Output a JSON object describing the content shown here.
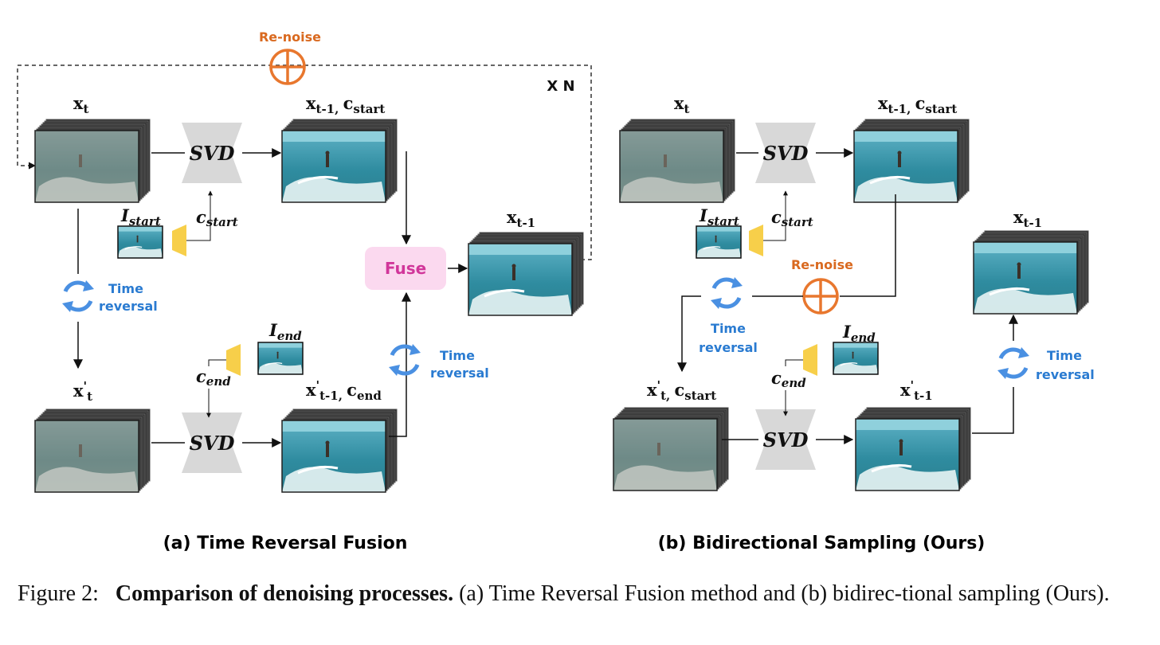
{
  "panel_a": {
    "title": "(a) Time Reversal Fusion",
    "re_noise": "Re-noise",
    "repeat": "X N",
    "svd_top": "SVD",
    "svd_bottom": "SVD",
    "fuse": "Fuse",
    "time_reversal_1": [
      "Time",
      "reversal"
    ],
    "time_reversal_2": [
      "Time",
      "reversal"
    ],
    "labels": {
      "x_t": [
        "x",
        "t"
      ],
      "x_t1_start": [
        "x",
        "t-1, ",
        "c",
        "start"
      ],
      "x_t1": [
        "x",
        "t-1"
      ],
      "xp_t": [
        "x",
        "'",
        "t"
      ],
      "xp_t1_end": [
        "x",
        "'",
        "t-1, ",
        "c",
        "end"
      ],
      "i_start": [
        "I",
        "start"
      ],
      "c_start": [
        "c",
        "start"
      ],
      "i_end": [
        "I",
        "end"
      ],
      "c_end": [
        "c",
        "end"
      ]
    }
  },
  "panel_b": {
    "title": "(b) Bidirectional Sampling (Ours)",
    "re_noise": "Re-noise",
    "svd_top": "SVD",
    "svd_bottom": "SVD",
    "time_reversal_1": [
      "Time",
      "reversal"
    ],
    "time_reversal_2": [
      "Time",
      "reversal"
    ],
    "labels": {
      "x_t": [
        "x",
        "t"
      ],
      "x_t1_start": [
        "x",
        "t-1, ",
        "c",
        "start"
      ],
      "x_t1": [
        "x",
        "t-1"
      ],
      "xp_t_start": [
        "x",
        "'",
        "t, ",
        "c",
        "start"
      ],
      "xp_t1": [
        "x",
        "'",
        "t-1"
      ],
      "i_start": [
        "I",
        "start"
      ],
      "c_start": [
        "c",
        "start"
      ],
      "i_end": [
        "I",
        "end"
      ],
      "c_end": [
        "c",
        "end"
      ]
    }
  },
  "caption": {
    "prefix": "Figure 2:",
    "bold": "Comparison of denoising processes.",
    "rest": " (a) Time Reversal Fusion method and (b) bidirec-tional sampling (Ours)."
  },
  "colors": {
    "blue": "#2a7bd1",
    "orange": "#e8772e",
    "fuse_bg": "#fbd9ef",
    "fuse_text": "#d1369a",
    "svd_gray": "#d8d8d8",
    "encoder_yellow": "#f7cf4a"
  }
}
